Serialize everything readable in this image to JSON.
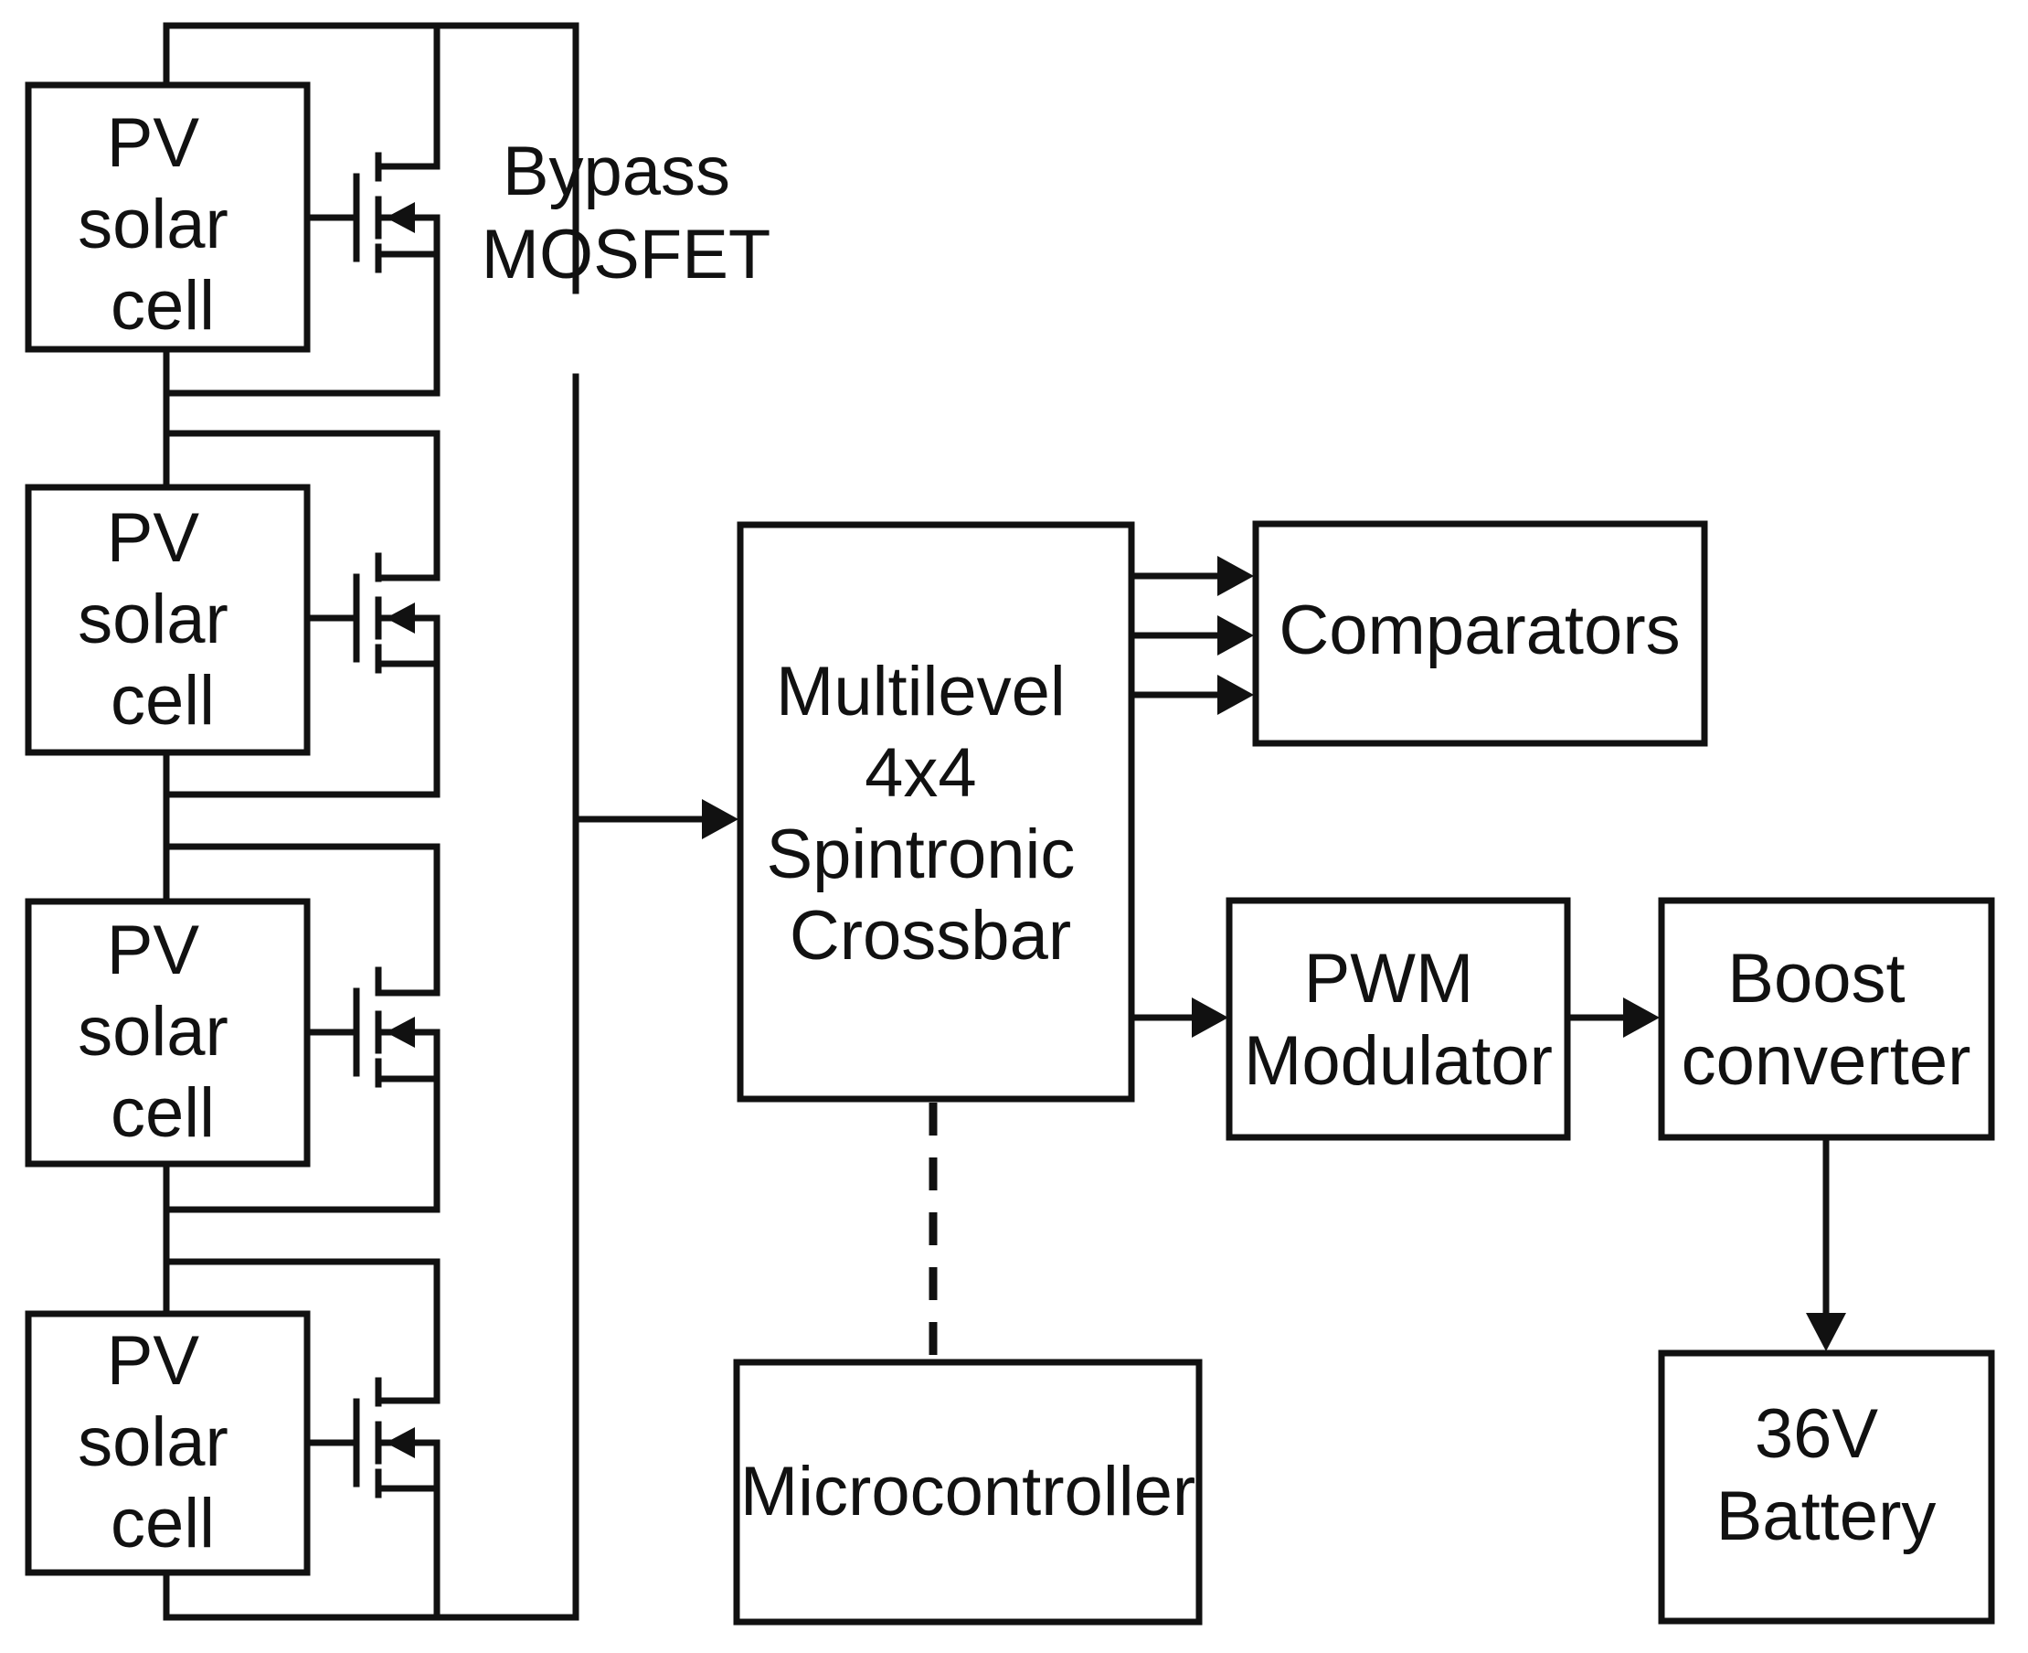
{
  "labels": {
    "bypass_mosfet": [
      "Bypass",
      "MOSFET"
    ],
    "pv_cell": [
      "PV",
      "solar",
      "cell"
    ],
    "crossbar": [
      "Multilevel",
      "4x4",
      "Spintronic",
      "Crossbar"
    ],
    "comparators": [
      "Comparators"
    ],
    "pwm": [
      "PWM",
      "Modulator"
    ],
    "boost": [
      "Boost",
      "converter"
    ],
    "microcontroller": [
      "Microcontroller"
    ],
    "battery": [
      "36V",
      "Battery"
    ]
  }
}
